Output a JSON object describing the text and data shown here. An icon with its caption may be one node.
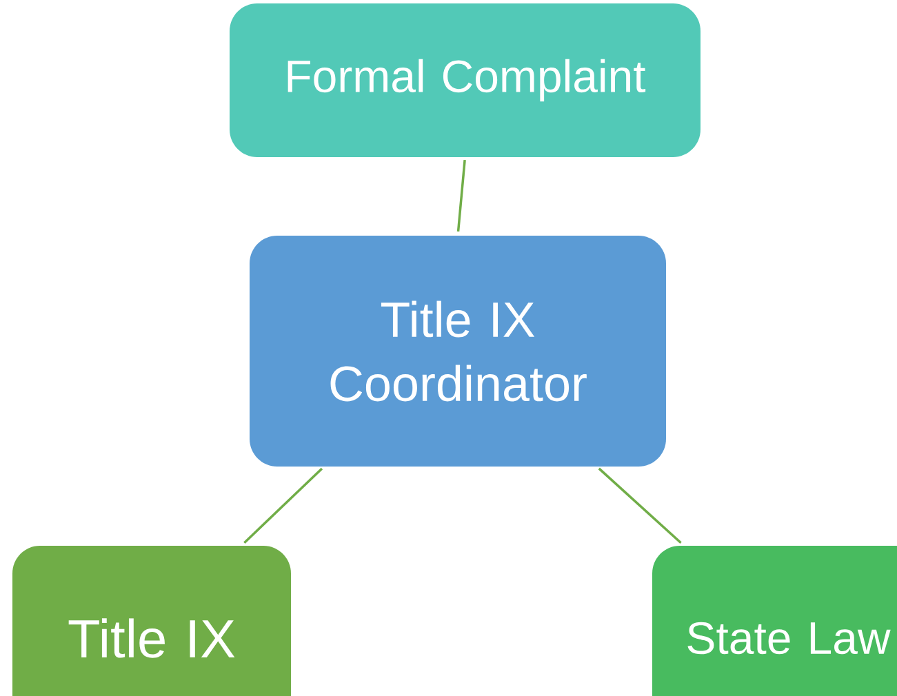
{
  "diagram": {
    "nodes": [
      {
        "text": [
          "Formal Complaint"
        ]
      },
      {
        "text": [
          "Title IX Coordinator"
        ]
      },
      {
        "text": [
          "Title IX"
        ]
      },
      {
        "text": [
          "State Law"
        ]
      }
    ],
    "edges": [
      {
        "from": 0,
        "to": 1,
        "arrow": "none"
      },
      {
        "from": 1,
        "to": 2,
        "arrow": "none"
      },
      {
        "from": 1,
        "to": 3,
        "arrow": "none"
      }
    ]
  }
}
